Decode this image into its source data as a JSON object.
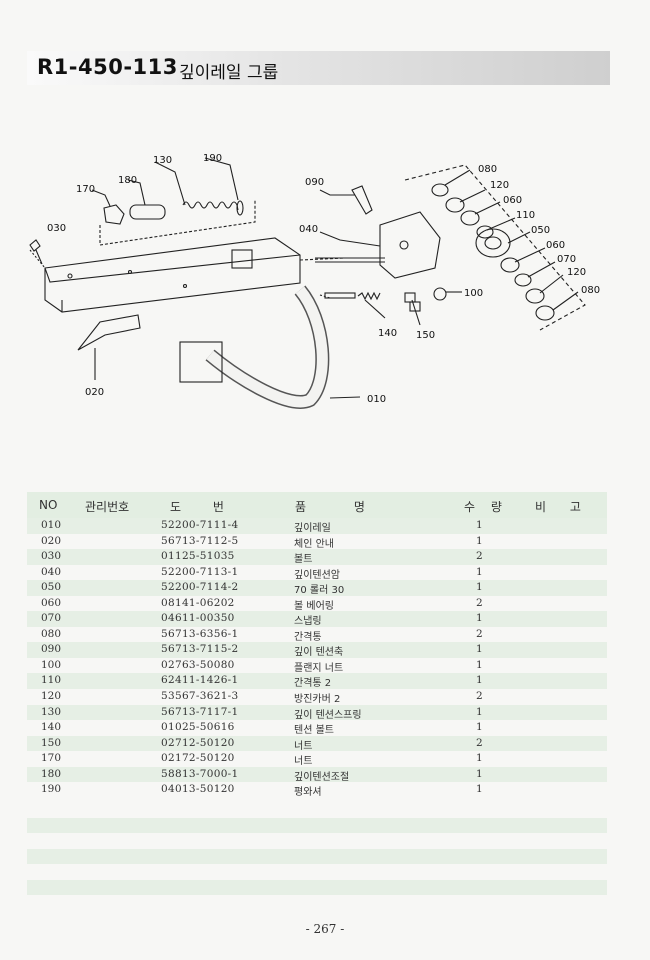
{
  "title": {
    "code": "R1-450-113",
    "name": "깊이레일 그룹"
  },
  "callouts": {
    "c010": "010",
    "c020": "020",
    "c030": "030",
    "c040": "040",
    "c050": "050",
    "c060a": "060",
    "c060b": "060",
    "c070": "070",
    "c080a": "080",
    "c080b": "080",
    "c090": "090",
    "c100": "100",
    "c110": "110",
    "c120a": "120",
    "c120b": "120",
    "c130": "130",
    "c140": "140",
    "c150": "150",
    "c170": "170",
    "c180": "180",
    "c190": "190"
  },
  "table": {
    "headers": {
      "no": "NO",
      "mgmt": "관리번호",
      "drawing": "도  번",
      "name": "품  명",
      "qty": "수 량",
      "note": "비 고"
    },
    "rows": [
      {
        "no": "010",
        "drawing": "52200-7111-4",
        "name": "깊이레일",
        "qty": "1"
      },
      {
        "no": "020",
        "drawing": "56713-7112-5",
        "name": "체인 안내",
        "qty": "1"
      },
      {
        "no": "030",
        "drawing": "01125-51035",
        "name": "볼트",
        "qty": "2"
      },
      {
        "no": "040",
        "drawing": "52200-7113-1",
        "name": "깊이텐션암",
        "qty": "1"
      },
      {
        "no": "050",
        "drawing": "52200-7114-2",
        "name": "70 롤러 30",
        "qty": "1"
      },
      {
        "no": "060",
        "drawing": "08141-06202",
        "name": "볼 베어링",
        "qty": "2"
      },
      {
        "no": "070",
        "drawing": "04611-00350",
        "name": "스냅링",
        "qty": "1"
      },
      {
        "no": "080",
        "drawing": "56713-6356-1",
        "name": "간격통",
        "qty": "2"
      },
      {
        "no": "090",
        "drawing": "56713-7115-2",
        "name": "깊이 텐션축",
        "qty": "1"
      },
      {
        "no": "100",
        "drawing": "02763-50080",
        "name": "플랜지 너트",
        "qty": "1"
      },
      {
        "no": "110",
        "drawing": "62411-1426-1",
        "name": "간격통 2",
        "qty": "1"
      },
      {
        "no": "120",
        "drawing": "53567-3621-3",
        "name": "방진카버 2",
        "qty": "2"
      },
      {
        "no": "130",
        "drawing": "56713-7117-1",
        "name": "깊이 텐션스프링",
        "qty": "1"
      },
      {
        "no": "140",
        "drawing": "01025-50616",
        "name": "텐션 볼트",
        "qty": "1"
      },
      {
        "no": "150",
        "drawing": "02712-50120",
        "name": "너트",
        "qty": "2"
      },
      {
        "no": "170",
        "drawing": "02172-50120",
        "name": "너트",
        "qty": "1"
      },
      {
        "no": "180",
        "drawing": "58813-7000-1",
        "name": "깊이텐션조절",
        "qty": "1"
      },
      {
        "no": "190",
        "drawing": "04013-50120",
        "name": "평와셔",
        "qty": "1"
      }
    ]
  },
  "page_number": "- 267 -"
}
